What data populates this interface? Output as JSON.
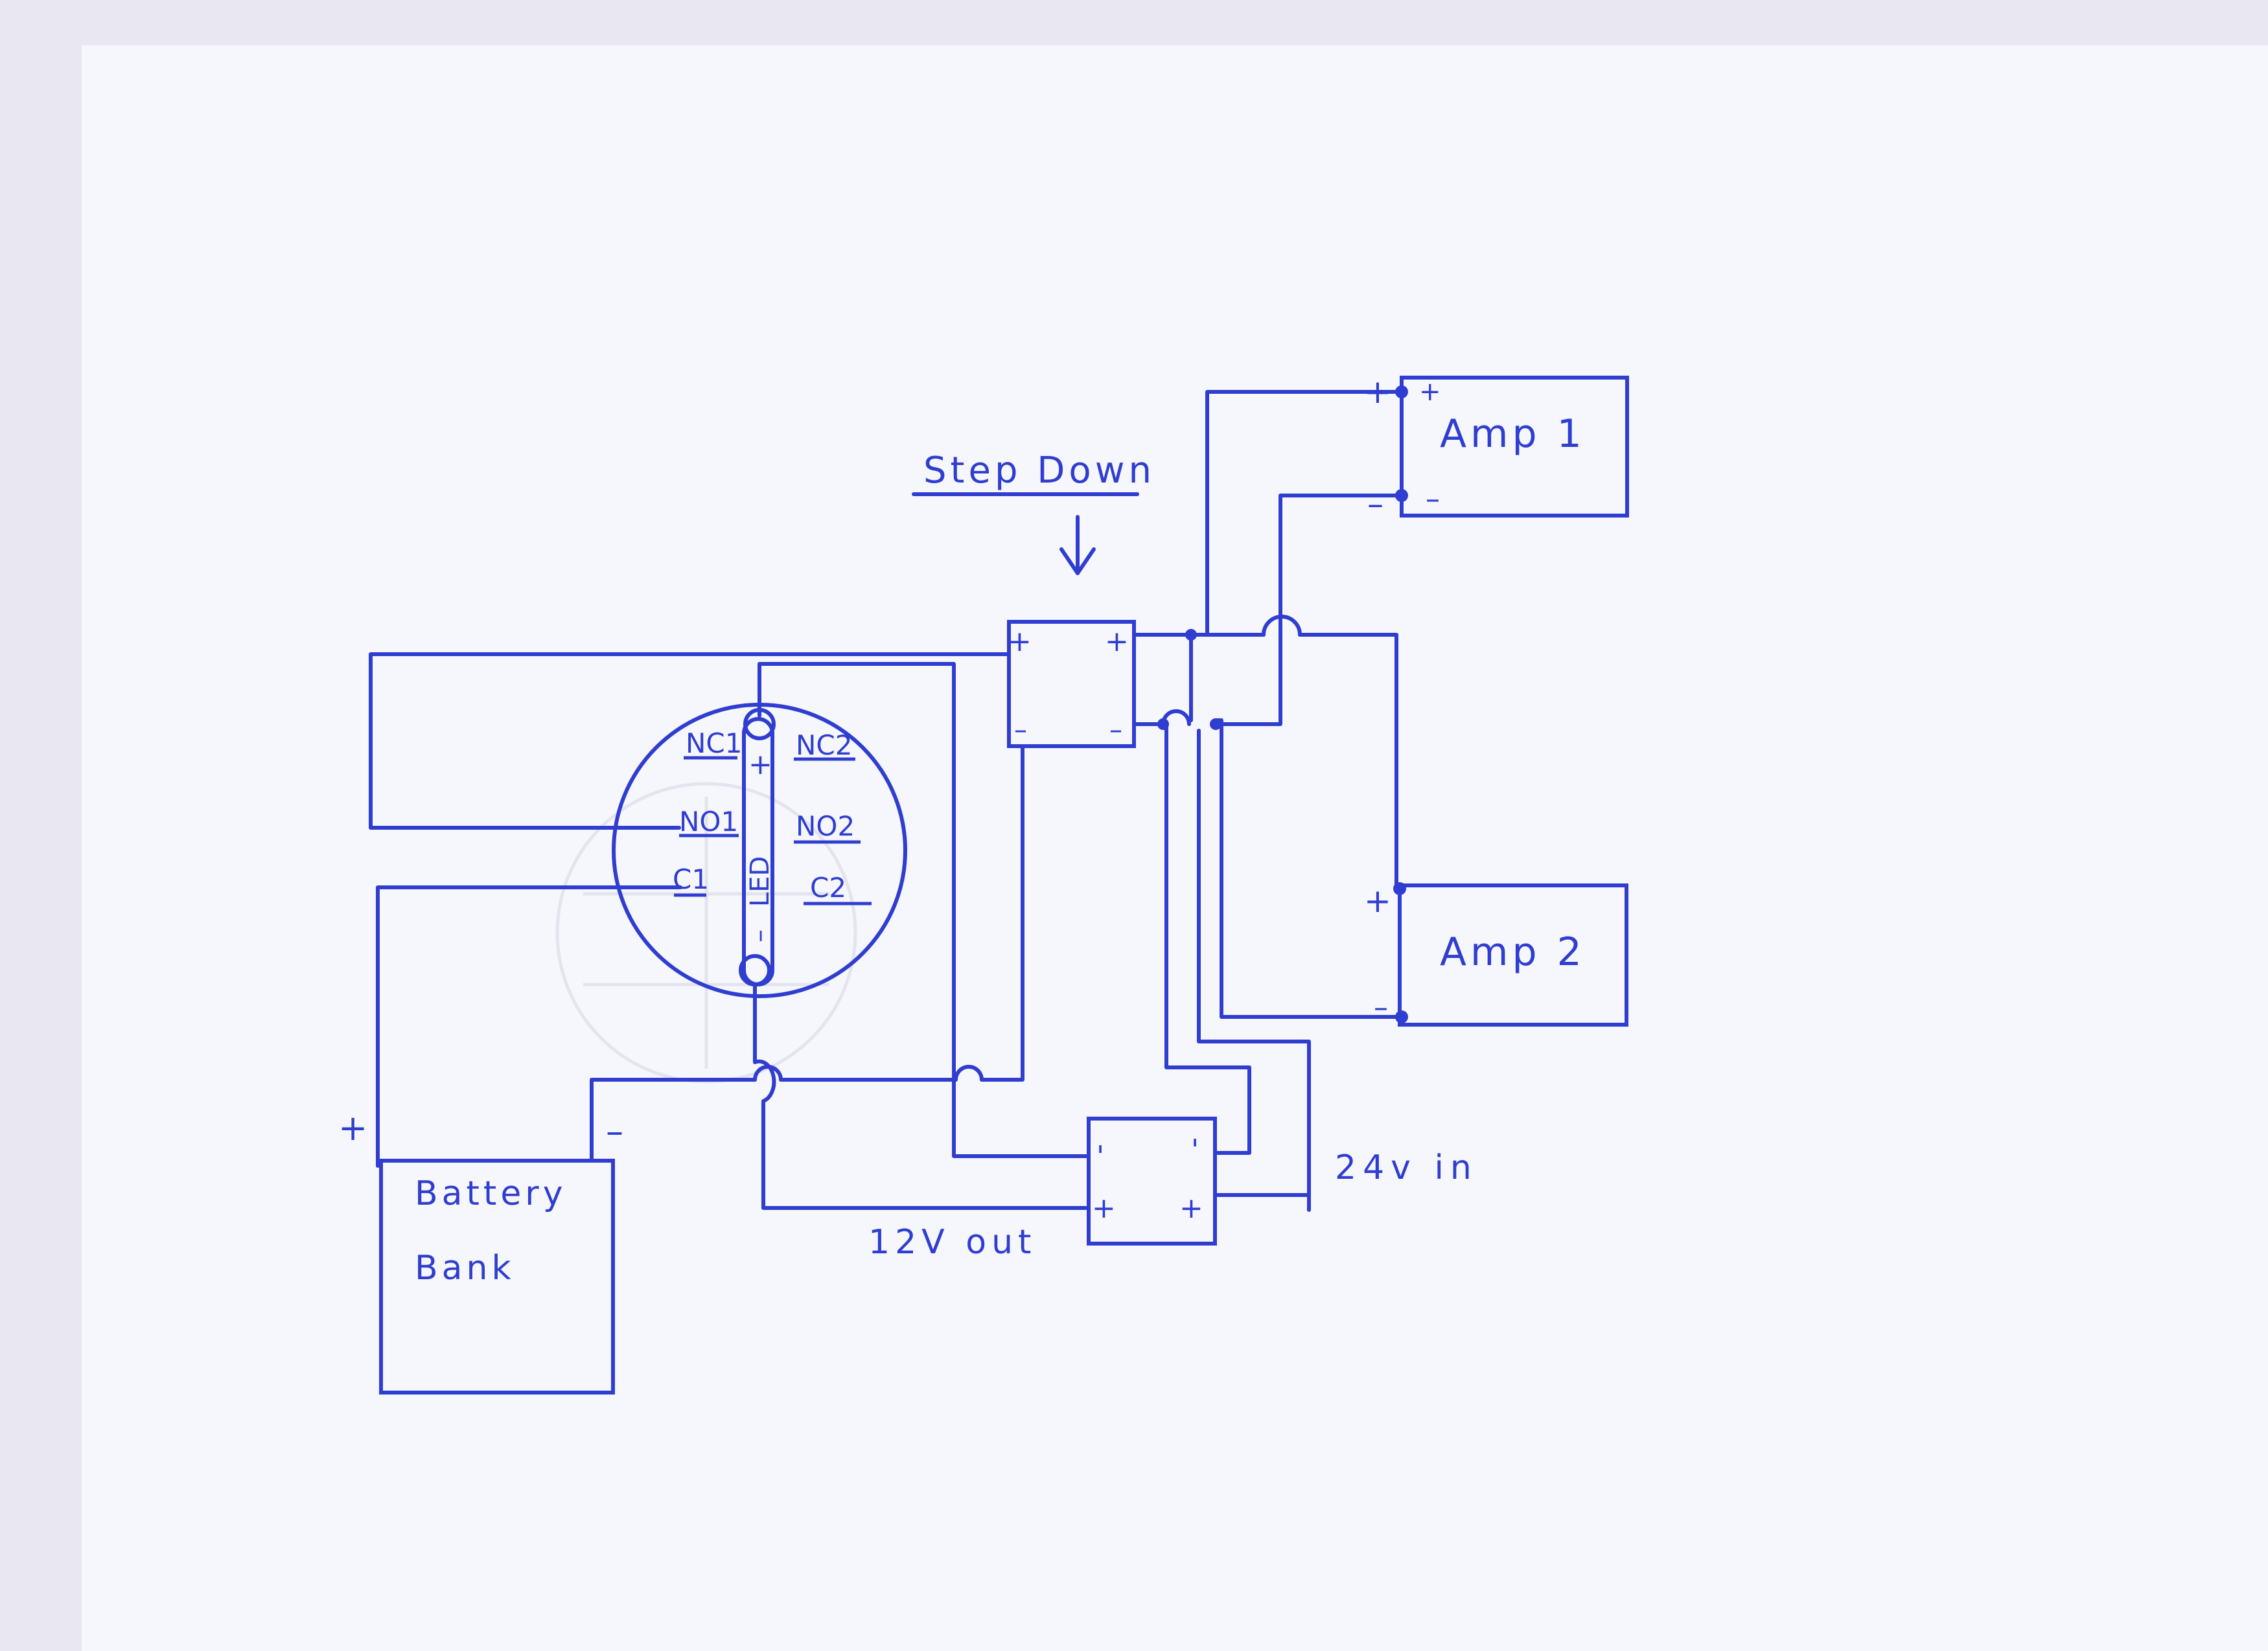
{
  "colors": {
    "paper": "#f6f6fd",
    "background": "#e9e8f0",
    "ink": "#2f3ed0",
    "faint_ink": "#e4e4ee"
  },
  "labels": {
    "step_down": "Step Down",
    "amp1": "Amp 1",
    "amp2": "Amp 2",
    "battery_line1": "Battery",
    "battery_line2": "Bank",
    "out_12v": "12V out",
    "in_24v": "24v in",
    "plus": "+",
    "minus": "–",
    "tick": "'"
  },
  "switch": {
    "nc1": "NC1",
    "nc2": "NC2",
    "no1": "NO1",
    "no2": "NO2",
    "c1": "C1",
    "c2": "C2",
    "led": "LED",
    "led_plus": "+",
    "led_minus": "–"
  }
}
